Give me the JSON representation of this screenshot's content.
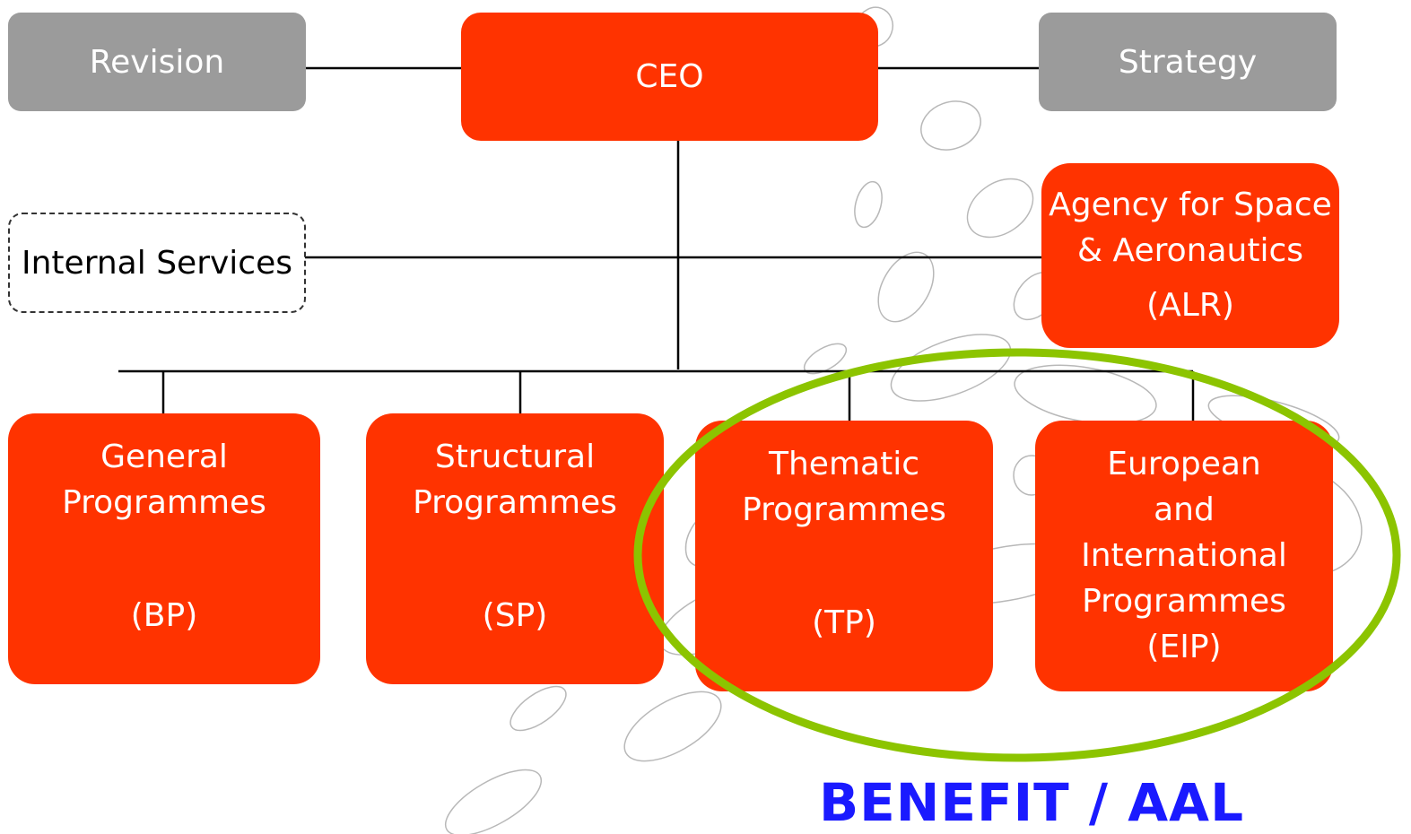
{
  "colors": {
    "box_red": "#ff3300",
    "box_gray": "#9b9b9b",
    "connector": "#000000",
    "highlight_ellipse": "#8cc400",
    "caption": "#1a1aff"
  },
  "top_row": {
    "revision": "Revision",
    "ceo": "CEO",
    "strategy": "Strategy"
  },
  "middle_row": {
    "internal_services": "Internal Services",
    "alr": {
      "line1": "Agency for Space",
      "line2": "& Aeronautics",
      "abbr": "(ALR)"
    }
  },
  "programmes": [
    {
      "line1": "General",
      "line2": "Programmes",
      "abbr": "(BP)"
    },
    {
      "line1": "Structural",
      "line2": "Programmes",
      "abbr": "(SP)"
    },
    {
      "line1": "Thematic",
      "line2": "Programmes",
      "abbr": "(TP)"
    },
    {
      "line1": "European",
      "line2": "and",
      "line3": "International",
      "line4": "Programmes",
      "abbr": "(EIP)"
    }
  ],
  "highlight_label": "BENEFIT / AAL"
}
